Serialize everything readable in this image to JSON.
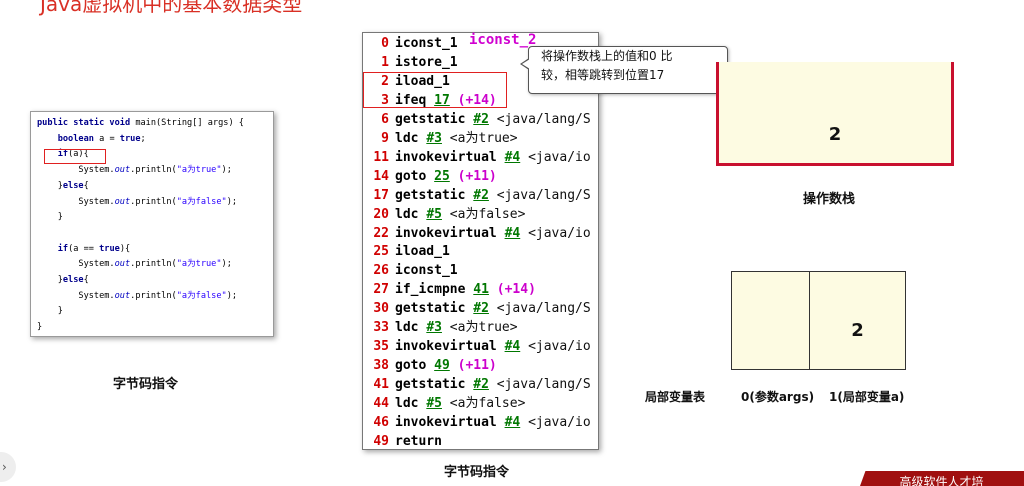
{
  "slide": {
    "title_fragment": "Java虚拟机中的基本数据类型",
    "left_caption": "字节码指令",
    "center_caption": "字节码指令",
    "stack_caption": "操作数栈",
    "lvt_caption": "局部变量表",
    "slot0_caption": "0(参数args)",
    "slot1_caption": "1(局部变量a)",
    "footer_text": "高级软件人才培"
  },
  "source_code": [
    [
      {
        "t": "public static void",
        "c": "kw"
      },
      {
        "t": " main(String[] args) {",
        "c": ""
      }
    ],
    [
      {
        "t": "    ",
        "c": ""
      },
      {
        "t": "boolean",
        "c": "kw"
      },
      {
        "t": " a = ",
        "c": ""
      },
      {
        "t": "true",
        "c": "kw"
      },
      {
        "t": ";",
        "c": ""
      }
    ],
    [
      {
        "t": "    ",
        "c": ""
      },
      {
        "t": "if",
        "c": "kw"
      },
      {
        "t": "(a){",
        "c": ""
      }
    ],
    [
      {
        "t": "        System.",
        "c": ""
      },
      {
        "t": "out",
        "c": "fld"
      },
      {
        "t": ".println(",
        "c": ""
      },
      {
        "t": "\"a为true\"",
        "c": "str"
      },
      {
        "t": ");",
        "c": ""
      }
    ],
    [
      {
        "t": "    }",
        "c": ""
      },
      {
        "t": "else",
        "c": "kw"
      },
      {
        "t": "{",
        "c": ""
      }
    ],
    [
      {
        "t": "        System.",
        "c": ""
      },
      {
        "t": "out",
        "c": "fld"
      },
      {
        "t": ".println(",
        "c": ""
      },
      {
        "t": "\"a为false\"",
        "c": "str"
      },
      {
        "t": ");",
        "c": ""
      }
    ],
    [
      {
        "t": "    }",
        "c": ""
      }
    ],
    [
      {
        "t": "",
        "c": ""
      }
    ],
    [
      {
        "t": "    ",
        "c": ""
      },
      {
        "t": "if",
        "c": "kw"
      },
      {
        "t": "(a == ",
        "c": ""
      },
      {
        "t": "true",
        "c": "kw"
      },
      {
        "t": "){",
        "c": ""
      }
    ],
    [
      {
        "t": "        System.",
        "c": ""
      },
      {
        "t": "out",
        "c": "fld"
      },
      {
        "t": ".println(",
        "c": ""
      },
      {
        "t": "\"a为true\"",
        "c": "str"
      },
      {
        "t": ");",
        "c": ""
      }
    ],
    [
      {
        "t": "    }",
        "c": ""
      },
      {
        "t": "else",
        "c": "kw"
      },
      {
        "t": "{",
        "c": ""
      }
    ],
    [
      {
        "t": "        System.",
        "c": ""
      },
      {
        "t": "out",
        "c": "fld"
      },
      {
        "t": ".println(",
        "c": ""
      },
      {
        "t": "\"a为false\"",
        "c": "str"
      },
      {
        "t": ");",
        "c": ""
      }
    ],
    [
      {
        "t": "    }",
        "c": ""
      }
    ],
    [
      {
        "t": "}",
        "c": ""
      }
    ]
  ],
  "bytecode": [
    {
      "idx": "0",
      "op": "iconst_1"
    },
    {
      "idx": "1",
      "op": "istore_1"
    },
    {
      "idx": "2",
      "op": "iload_1"
    },
    {
      "idx": "3",
      "op": "ifeq",
      "ref": "17",
      "off": "(+14)"
    },
    {
      "idx": "6",
      "op": "getstatic",
      "ref": "#2",
      "cmt": "<java/lang/S"
    },
    {
      "idx": "9",
      "op": "ldc",
      "ref": "#3",
      "cmt": "<a为true>"
    },
    {
      "idx": "11",
      "op": "invokevirtual",
      "ref": "#4",
      "cmt": "<java/io"
    },
    {
      "idx": "14",
      "op": "goto",
      "ref": "25",
      "off": "(+11)"
    },
    {
      "idx": "17",
      "op": "getstatic",
      "ref": "#2",
      "cmt": "<java/lang/S"
    },
    {
      "idx": "20",
      "op": "ldc",
      "ref": "#5",
      "cmt": "<a为false>"
    },
    {
      "idx": "22",
      "op": "invokevirtual",
      "ref": "#4",
      "cmt": "<java/io"
    },
    {
      "idx": "25",
      "op": "iload_1"
    },
    {
      "idx": "26",
      "op": "iconst_1"
    },
    {
      "idx": "27",
      "op": "if_icmpne",
      "ref": "41",
      "off": "(+14)"
    },
    {
      "idx": "30",
      "op": "getstatic",
      "ref": "#2",
      "cmt": "<java/lang/S"
    },
    {
      "idx": "33",
      "op": "ldc",
      "ref": "#3",
      "cmt": "<a为true>"
    },
    {
      "idx": "35",
      "op": "invokevirtual",
      "ref": "#4",
      "cmt": "<java/io"
    },
    {
      "idx": "38",
      "op": "goto",
      "ref": "49",
      "off": "(+11)"
    },
    {
      "idx": "41",
      "op": "getstatic",
      "ref": "#2",
      "cmt": "<java/lang/S"
    },
    {
      "idx": "44",
      "op": "ldc",
      "ref": "#5",
      "cmt": "<a为false>"
    },
    {
      "idx": "46",
      "op": "invokevirtual",
      "ref": "#4",
      "cmt": "<java/io"
    },
    {
      "idx": "49",
      "op": "return"
    }
  ],
  "extra_label": "iconst_2",
  "callout": {
    "line1": "将操作数栈上的值和0 比",
    "line2": "较，相等跳转到位置17"
  },
  "operand_stack": {
    "value": "2"
  },
  "local_vars": {
    "slot0": "",
    "slot1": "2"
  },
  "colors": {
    "accent_red": "#c8102e",
    "cell_fill": "#fdfbe2"
  }
}
